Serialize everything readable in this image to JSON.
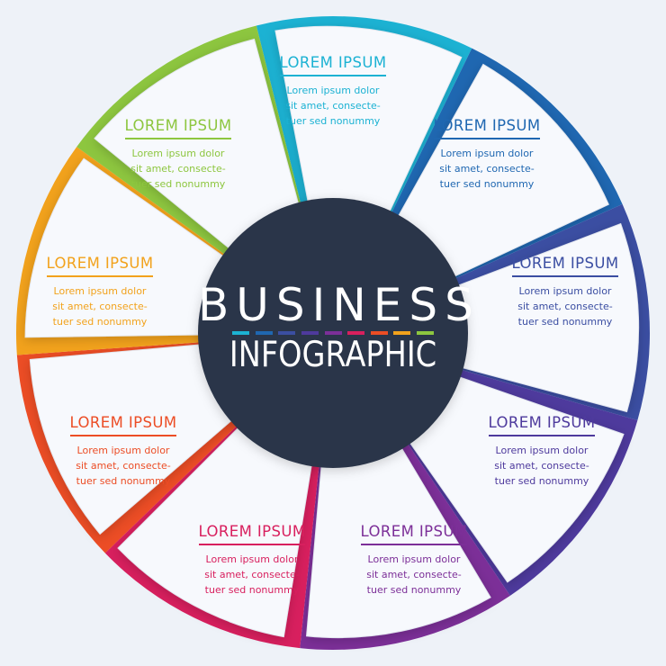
{
  "center": {
    "title_line1": "BUSINESS",
    "title_line2": "INFOGRAPHIC",
    "bg_color": "#2c3549"
  },
  "segments": [
    {
      "title": "LOREM IPSUM",
      "body": "Lorem ipsum dolor\nsit amet, consecte-\ntuer sed nonummy",
      "color": "#1cb2d3",
      "position": "top"
    },
    {
      "title": "LOREM IPSUM",
      "body": "Lorem ipsum dolor\nsit amet, consecte-\ntuer sed nonummy",
      "color": "#1f67b1",
      "position": "top-right"
    },
    {
      "title": "LOREM IPSUM",
      "body": "Lorem ipsum dolor\nsit amet, consecte-\ntuer sed nonummy",
      "color": "#3b4ea2",
      "position": "right-upper"
    },
    {
      "title": "LOREM IPSUM",
      "body": "Lorem ipsum dolor\nsit amet, consecte-\ntuer sed nonummy",
      "color": "#4e3a9d",
      "position": "right-lower"
    },
    {
      "title": "LOREM IPSUM",
      "body": "Lorem ipsum dolor\nsit amet, consecte-\ntuer sed nonummy",
      "color": "#7c2f98",
      "position": "bottom-right"
    },
    {
      "title": "LOREM IPSUM",
      "body": "Lorem ipsum dolor\nsit amet, consecte-\ntuer sed nonummy",
      "color": "#d81f5e",
      "position": "bottom"
    },
    {
      "title": "LOREM IPSUM",
      "body": "Lorem ipsum dolor\nsit amet, consecte-\ntuer sed nonummy",
      "color": "#ec4d25",
      "position": "left-lower"
    },
    {
      "title": "LOREM IPSUM",
      "body": "Lorem ipsum dolor\nsit amet, consecte-\ntuer sed nonummy",
      "color": "#f2a21c",
      "position": "left-upper"
    },
    {
      "title": "LOREM IPSUM",
      "body": "Lorem ipsum dolor\nsit amet, consecte-\ntuer sed nonummy",
      "color": "#8dc63f",
      "position": "top-left"
    }
  ]
}
